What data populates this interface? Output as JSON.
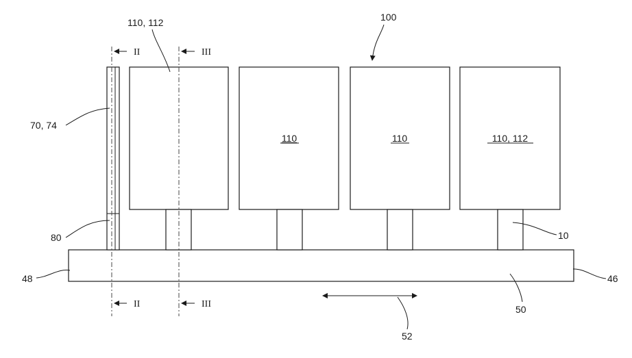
{
  "figure": {
    "ref_100": "100",
    "module_labels": [
      "110",
      "110",
      "110, 112"
    ],
    "ref_110_112_top": "110, 112",
    "ref_70_74": "70, 74",
    "ref_80": "80",
    "ref_10": "10",
    "ref_48": "48",
    "ref_46": "46",
    "ref_50": "50",
    "ref_52": "52",
    "section_II": "II",
    "section_III": "III"
  }
}
